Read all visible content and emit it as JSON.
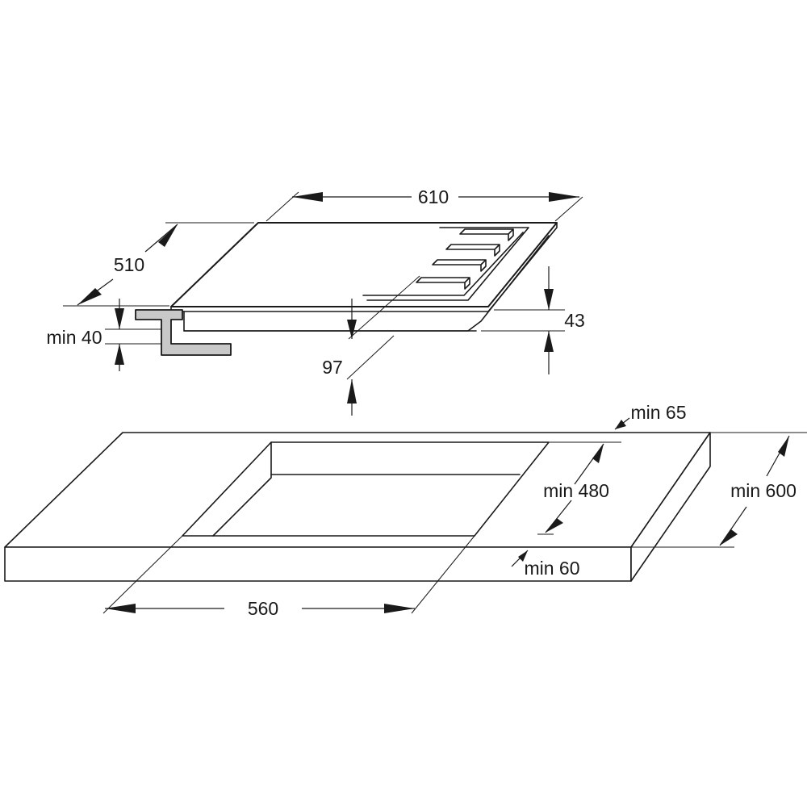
{
  "dimensions": {
    "hob_width": "610",
    "hob_depth": "510",
    "hob_height_top": "43",
    "hob_height_total": "97",
    "worktop_min_thickness": "min 40",
    "cutout_width": "560",
    "cutout_depth": "min 480",
    "rear_clearance": "min 65",
    "front_clearance": "min 60",
    "worktop_depth": "min 600"
  },
  "colors": {
    "line": "#1a1a1a",
    "bracket_fill": "#c8c8c8",
    "background": "#ffffff"
  }
}
